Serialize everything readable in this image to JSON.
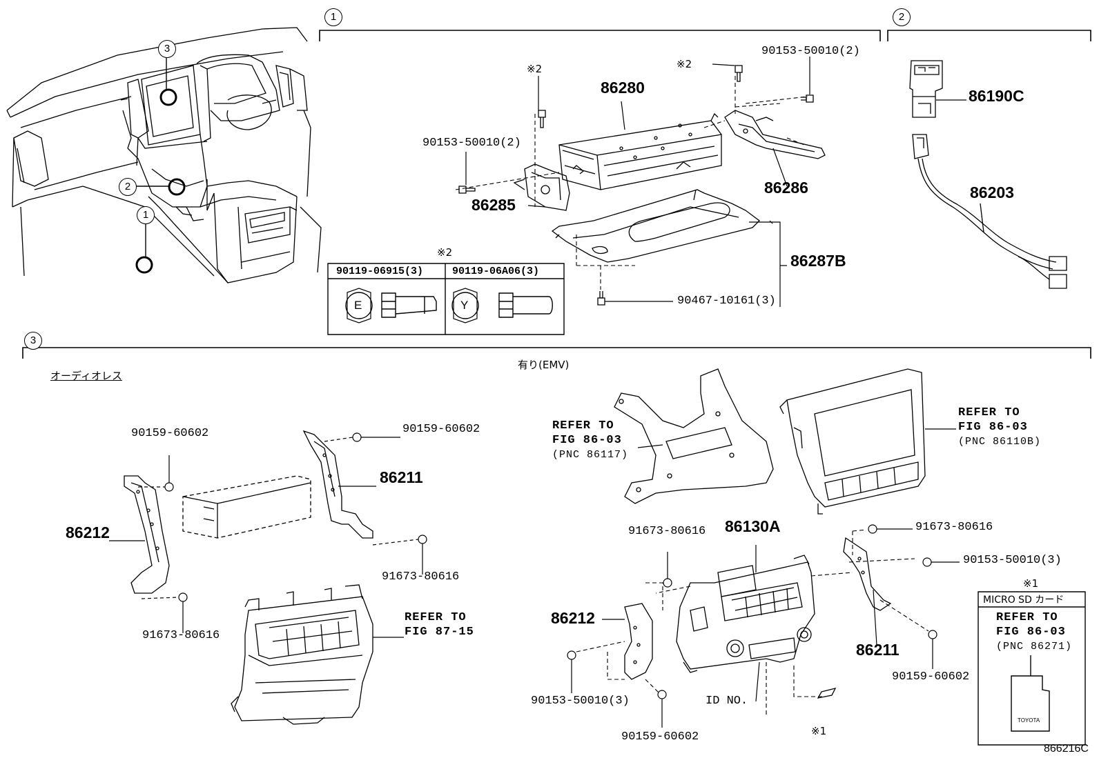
{
  "diagram_id": "866216C",
  "sections": {
    "s1": "1",
    "s2": "2",
    "s3": "3"
  },
  "overview_callouts": [
    "1",
    "2",
    "3"
  ],
  "note_marks": {
    "star2": "※2",
    "star1": "※1"
  },
  "parts": {
    "p86280": "86280",
    "p86286": "86286",
    "p86285": "86285",
    "p86287B": "86287B",
    "p86190C": "86190C",
    "p86203": "86203",
    "p86211": "86211",
    "p86212": "86212",
    "p86130A": "86130A"
  },
  "fasteners": {
    "f9015350010_2": "90153-50010(2)",
    "f9015350010_3": "90153-50010(3)",
    "f9046710161_3": "90467-10161(3)",
    "f9015960602": "90159-60602",
    "f9167380616": "91673-80616"
  },
  "nut_table": {
    "col1": "90119-06915(3)",
    "col2": "90119-06A06(3)",
    "mark1": "E",
    "mark2": "Y"
  },
  "section3": {
    "left_title": "オーディオレス",
    "right_title": "有り(EMV)"
  },
  "refs": {
    "refer_to": "REFER TO",
    "fig8603": "FIG 86-03",
    "fig8715": "FIG 87-15",
    "pnc86117": "(PNC 86117)",
    "pnc86110B": "(PNC 86110B)",
    "pnc86271": "(PNC 86271)"
  },
  "id_no": "ID NO.",
  "micro_sd": "MICRO SD カード",
  "sd_brand": "TOYOTA"
}
